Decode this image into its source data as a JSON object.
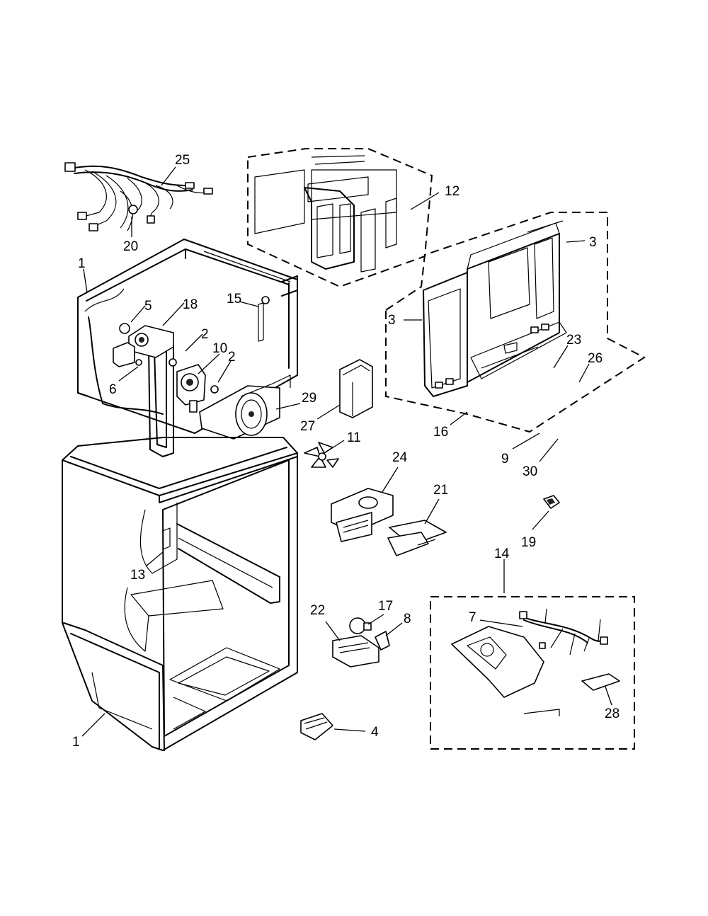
{
  "diagram": {
    "callouts": [
      {
        "id": "c25",
        "text": "25"
      },
      {
        "id": "c20",
        "text": "20"
      },
      {
        "id": "c12",
        "text": "12"
      },
      {
        "id": "c3a",
        "text": "3"
      },
      {
        "id": "c3b",
        "text": "3"
      },
      {
        "id": "c1a",
        "text": "1"
      },
      {
        "id": "c5",
        "text": "5"
      },
      {
        "id": "c18",
        "text": "18"
      },
      {
        "id": "c15",
        "text": "15"
      },
      {
        "id": "c2a",
        "text": "2"
      },
      {
        "id": "c10",
        "text": "10"
      },
      {
        "id": "c2b",
        "text": "2"
      },
      {
        "id": "c6",
        "text": "6"
      },
      {
        "id": "c29",
        "text": "29"
      },
      {
        "id": "c27",
        "text": "27"
      },
      {
        "id": "c23",
        "text": "23"
      },
      {
        "id": "c26",
        "text": "26"
      },
      {
        "id": "c16",
        "text": "16"
      },
      {
        "id": "c9",
        "text": "9"
      },
      {
        "id": "c30",
        "text": "30"
      },
      {
        "id": "c11",
        "text": "11"
      },
      {
        "id": "c24",
        "text": "24"
      },
      {
        "id": "c21",
        "text": "21"
      },
      {
        "id": "c19",
        "text": "19"
      },
      {
        "id": "c14",
        "text": "14"
      },
      {
        "id": "c13",
        "text": "13"
      },
      {
        "id": "c22",
        "text": "22"
      },
      {
        "id": "c17",
        "text": "17"
      },
      {
        "id": "c8",
        "text": "8"
      },
      {
        "id": "c7",
        "text": "7"
      },
      {
        "id": "c28",
        "text": "28"
      },
      {
        "id": "c1b",
        "text": "1"
      },
      {
        "id": "c4",
        "text": "4"
      }
    ]
  }
}
